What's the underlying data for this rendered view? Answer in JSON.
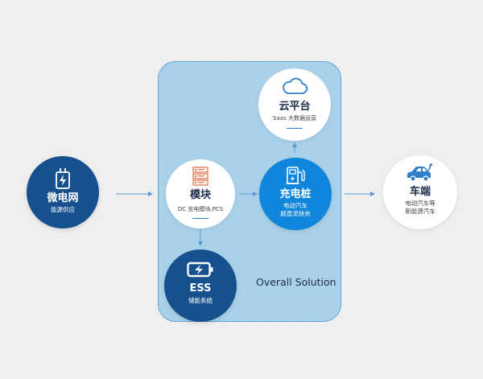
{
  "panel": {
    "label": "Overall Solution"
  },
  "nodes": {
    "grid": {
      "title": "微电网",
      "sub1": "能源供应"
    },
    "module": {
      "title": "模块",
      "sub1": "DC 充电模块,PCS"
    },
    "cloud": {
      "title": "云平台",
      "sub1": "Saas 大数据运营"
    },
    "charger": {
      "title": "充电桩",
      "sub1": "电动汽车",
      "sub2": "超直流快充"
    },
    "vehicle": {
      "title": "车端",
      "sub1": "电动汽车等",
      "sub2": "新能源汽车"
    },
    "ess": {
      "title": "ESS",
      "sub1": "储能系统"
    }
  },
  "colors": {
    "background": "#efefef",
    "panel": "#a9d2ea",
    "navy": "#16508f",
    "blue": "#0f86dc",
    "accent": "#2e7fc9",
    "icon_orange": "#e2754f"
  },
  "icons": {
    "grid": "charger-plug-icon",
    "module": "server-rack-icon",
    "cloud": "cloud-icon",
    "charger": "charging-station-icon",
    "vehicle": "electric-car-icon",
    "ess": "battery-charging-icon"
  }
}
